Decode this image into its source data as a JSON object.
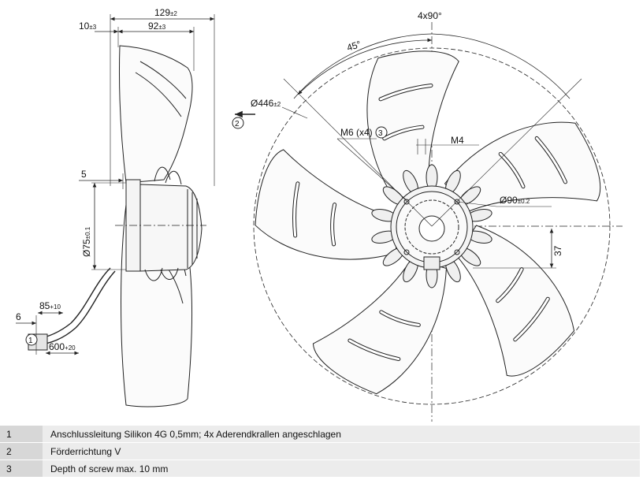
{
  "side_view": {
    "dim_overall": {
      "value": "129",
      "tol": "±2"
    },
    "dim_10": {
      "value": "10",
      "tol": "±3"
    },
    "dim_92": {
      "value": "92",
      "tol": "±3"
    },
    "dim_5": "5",
    "dim_hub": {
      "value": "Ø75",
      "tol": "±0.1"
    },
    "dim_85": {
      "value": "85",
      "tol": "+10"
    },
    "dim_6": "6",
    "dim_600": {
      "value": "600",
      "tol": "+20"
    },
    "balloon_1": "1",
    "balloon_2": "2",
    "flow_arrow_icon": "arrow-left-icon"
  },
  "front_view": {
    "angle_total": "4x90°",
    "angle_45": "45°",
    "dim_outer": {
      "value": "Ø446",
      "tol": "±2"
    },
    "dim_thread": "M6 (x4)",
    "balloon_3": "3",
    "dim_m4": "M4",
    "dim_bolt_circle": {
      "value": "Ø90",
      "tol": "±0.2"
    },
    "dim_37": "37"
  },
  "notes": [
    {
      "num": "1",
      "text": "Anschlussleitung Silikon 4G 0,5mm; 4x Aderendkrallen angeschlagen"
    },
    {
      "num": "2",
      "text": "Förderrichtung V"
    },
    {
      "num": "3",
      "text": "Depth of screw max. 10 mm"
    }
  ]
}
